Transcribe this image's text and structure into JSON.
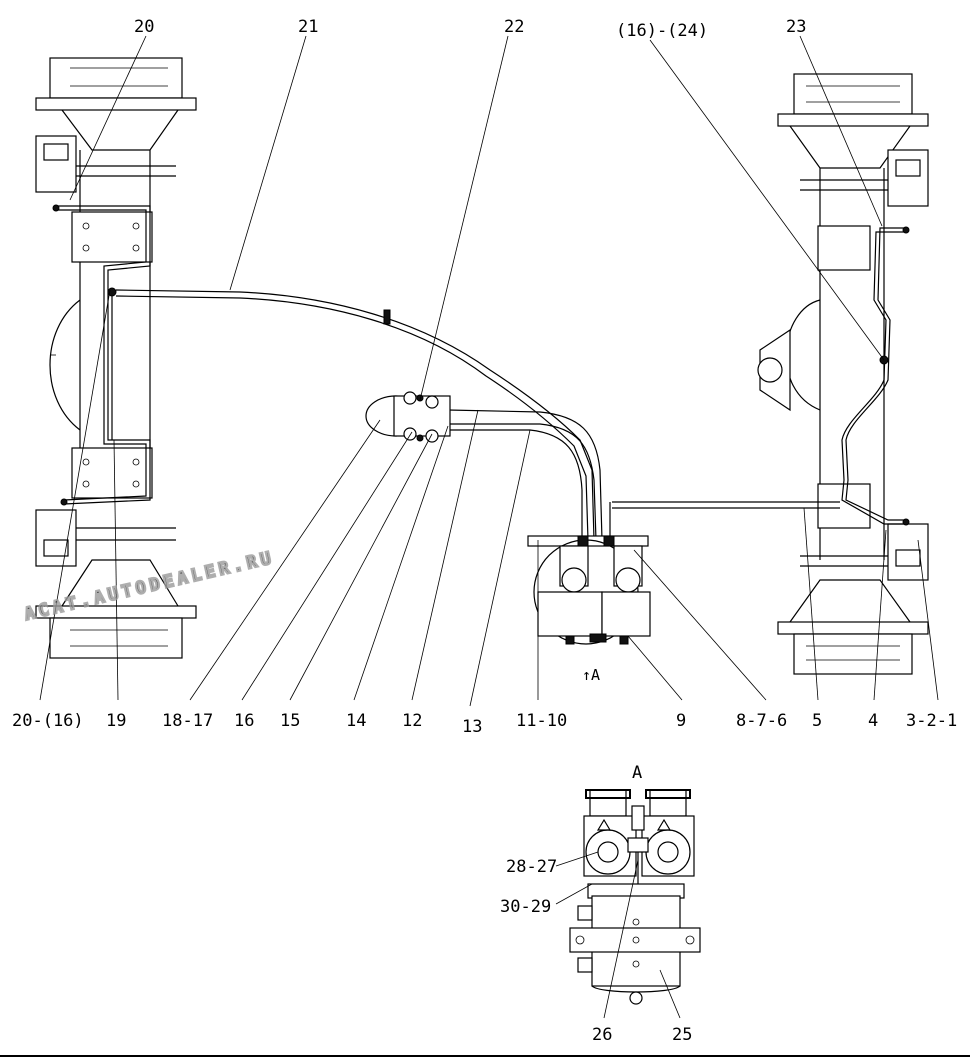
{
  "diagram": {
    "view_label": "A",
    "view_marker": "↑A",
    "watermark": "ACAT.AUTODEALER.RU",
    "callouts": [
      {
        "id": "c20",
        "text": "20"
      },
      {
        "id": "c21",
        "text": "21"
      },
      {
        "id": "c22",
        "text": "22"
      },
      {
        "id": "c16_24",
        "text": "(16)-(24)"
      },
      {
        "id": "c23",
        "text": "23"
      },
      {
        "id": "c20_16",
        "text": "20-(16)"
      },
      {
        "id": "c19",
        "text": "19"
      },
      {
        "id": "c18_17",
        "text": "18-17"
      },
      {
        "id": "c16",
        "text": "16"
      },
      {
        "id": "c15",
        "text": "15"
      },
      {
        "id": "c14",
        "text": "14"
      },
      {
        "id": "c12",
        "text": "12"
      },
      {
        "id": "c13",
        "text": "13"
      },
      {
        "id": "c11_10",
        "text": "11-10"
      },
      {
        "id": "c9",
        "text": "9"
      },
      {
        "id": "c8_7_6",
        "text": "8-7-6"
      },
      {
        "id": "c5",
        "text": "5"
      },
      {
        "id": "c4",
        "text": "4"
      },
      {
        "id": "c3_2_1",
        "text": "3-2-1"
      },
      {
        "id": "c28_27",
        "text": "28-27"
      },
      {
        "id": "c30_29",
        "text": "30-29"
      },
      {
        "id": "c26",
        "text": "26"
      },
      {
        "id": "c25",
        "text": "25"
      }
    ]
  }
}
